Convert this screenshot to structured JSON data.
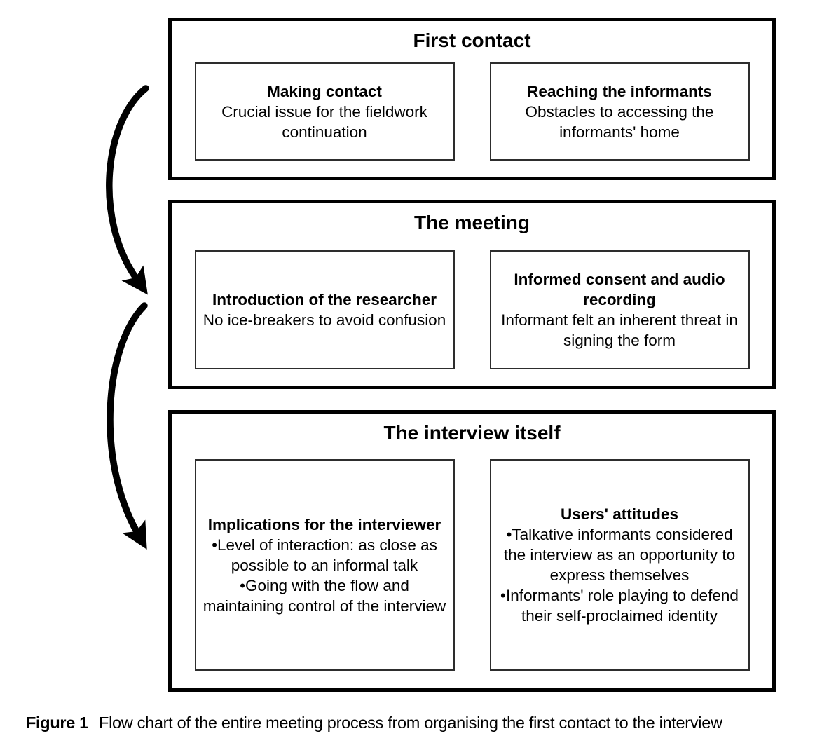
{
  "figure": {
    "caption_label": "Figure 1",
    "caption_text": "Flow chart of the entire meeting process from organising the first contact to the interview"
  },
  "flowchart": {
    "arrows": [
      {
        "icon": "curved-down-arrow",
        "from_section": "First contact",
        "to_section": "The meeting"
      },
      {
        "icon": "curved-down-arrow",
        "from_section": "The meeting",
        "to_section": "The interview itself"
      }
    ],
    "sections": [
      {
        "title": "First contact",
        "boxes": [
          {
            "title": "Making contact",
            "body": "Crucial issue for the fieldwork continuation"
          },
          {
            "title": "Reaching the informants",
            "body": "Obstacles to accessing the informants' home"
          }
        ]
      },
      {
        "title": "The meeting",
        "boxes": [
          {
            "title": "Introduction of the researcher",
            "body": "No ice-breakers to avoid confusion"
          },
          {
            "title": "Informed consent and audio recording",
            "body": "Informant felt an inherent threat in signing the form"
          }
        ]
      },
      {
        "title": "The interview itself",
        "boxes": [
          {
            "title": "Implications for the interviewer",
            "bullets": [
              "Level of interaction: as close as possible to an informal talk",
              "Going with the flow and maintaining control of the interview"
            ]
          },
          {
            "title": "Users' attitudes",
            "bullets": [
              "Talkative informants considered the interview as an opportunity to express themselves",
              "Informants' role playing to defend their self-proclaimed identity"
            ]
          }
        ]
      }
    ]
  },
  "colors": {
    "background": "#ffffff",
    "outer_border": "#000000",
    "inner_border": "#2d2d2d",
    "text": "#000000",
    "arrow": "#000000"
  }
}
